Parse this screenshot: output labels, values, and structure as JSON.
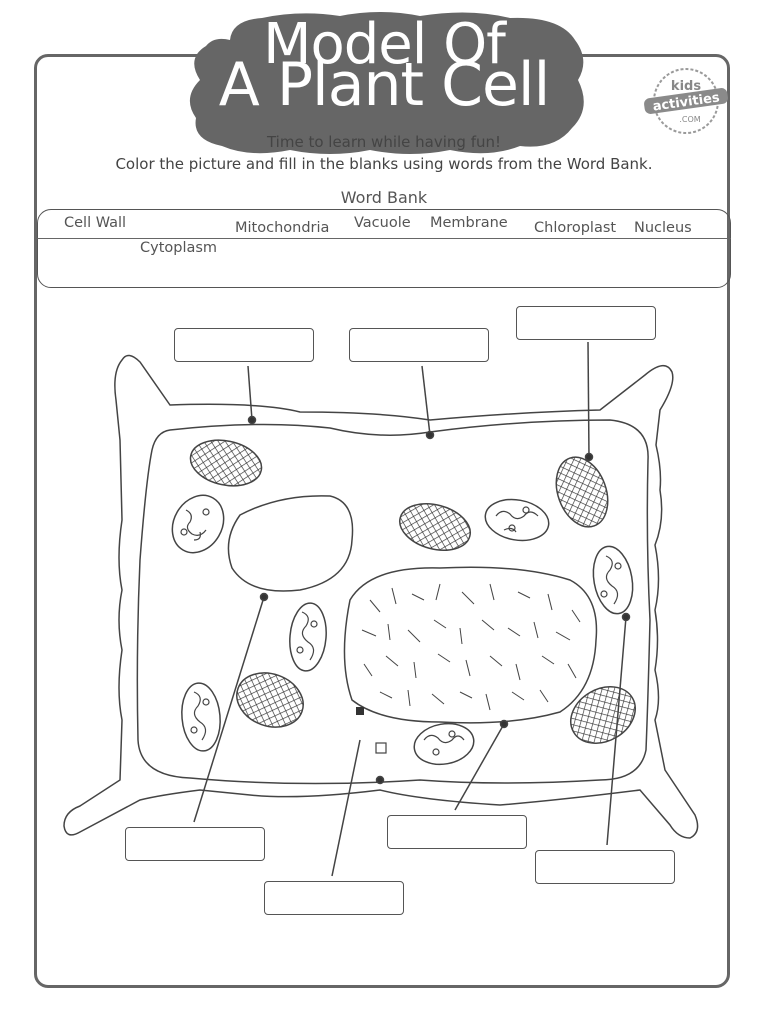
{
  "title": {
    "line1": "Model Of",
    "line2": "A Plant Cell"
  },
  "logo": {
    "text_top": "kids",
    "text_mid": "activities",
    "text_bottom": ".COM"
  },
  "subtitle": {
    "line1": "Time to learn while having fun!",
    "line2": "Color the picture and fill in the blanks using words from the Word Bank."
  },
  "word_bank": {
    "heading": "Word Bank",
    "words": [
      "Cell Wall",
      "Cytoplasm",
      "Mitochondria",
      "Vacuole",
      "Membrane",
      "Chloroplast",
      "Nucleus"
    ]
  },
  "labels": {
    "blank_count_top": 3,
    "blank_count_bottom": 4
  },
  "colors": {
    "title_cloud": "#666666",
    "outline": "#444444",
    "text": "#444444"
  }
}
